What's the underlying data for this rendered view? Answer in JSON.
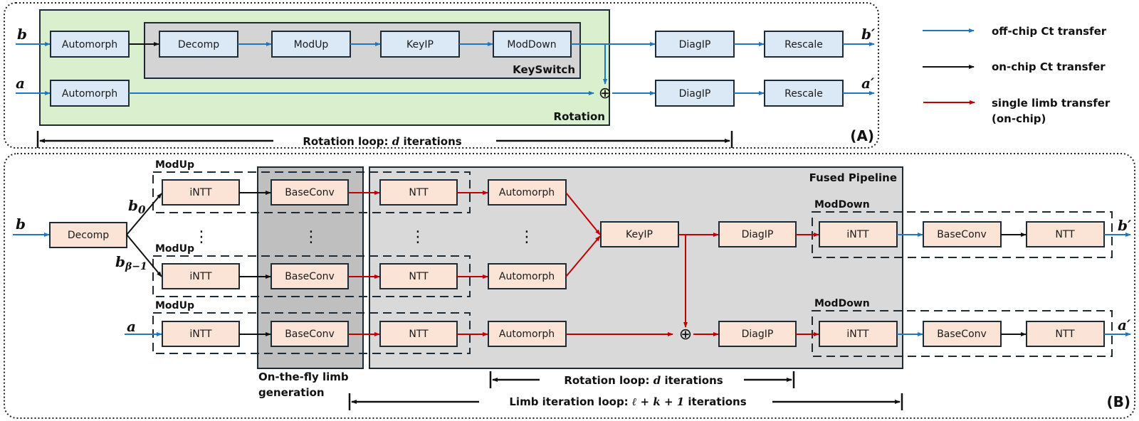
{
  "colors": {
    "off_chip": "#1f77c4",
    "on_chip": "#111111",
    "single_limb": "#c00000",
    "blue_box_fill": "#dbe8f6",
    "peach_box_fill": "#fbe3d6",
    "rotation_fill": "#d9efce",
    "keyswitch_fill": "#d4d4d4",
    "fused_fill": "#d9d9d9",
    "onthefly_fill": "#bfbfbf",
    "box_stroke": "#1c2b36"
  },
  "legend": {
    "items": [
      {
        "label": "off-chip Ct transfer",
        "type": "off_chip"
      },
      {
        "label": "on-chip Ct transfer",
        "type": "on_chip"
      },
      {
        "label": "single limb transfer",
        "label2": "(on-chip)",
        "type": "single_limb"
      }
    ]
  },
  "panelA": {
    "tag": "(A)",
    "input_b": "b",
    "input_a": "a",
    "output_b": "b′",
    "output_a": "a′",
    "rotation_label": "Rotation",
    "keyswitch_label": "KeySwitch",
    "loop_label_prefix": "Rotation loop: ",
    "loop_var": "d",
    "loop_label_suffix": " iterations",
    "boxes": {
      "automorph_b": "Automorph",
      "automorph_a": "Automorph",
      "decomp": "Decomp",
      "modup": "ModUp",
      "keyip": "KeyIP",
      "moddown": "ModDown",
      "diagip_b": "DiagIP",
      "diagip_a": "DiagIP",
      "rescale_b": "Rescale",
      "rescale_a": "Rescale"
    },
    "adder": "⊕"
  },
  "panelB": {
    "tag": "(B)",
    "input_b": "b",
    "input_a": "a",
    "output_b": "b′",
    "output_a": "a′",
    "branch_b0": "b",
    "branch_b0_sub": "0",
    "branch_bl": "b",
    "branch_bl_sub": "β−1",
    "fused_label": "Fused Pipeline",
    "onthefly_label_1": "On-the-fly limb",
    "onthefly_label_2": "generation",
    "modup_label": "ModUp",
    "moddown_label": "ModDown",
    "rotation_loop_prefix": "Rotation loop: ",
    "rotation_loop_var": "d",
    "rotation_loop_suffix": " iterations",
    "limb_loop_prefix": "Limb iteration loop: ",
    "limb_loop_expr": "ℓ + k + 1",
    "limb_loop_suffix": " iterations",
    "ellipsis": "⋮",
    "adder": "⊕",
    "boxes": {
      "decomp": "Decomp",
      "intt_0": "iNTT",
      "intt_1": "iNTT",
      "intt_a": "iNTT",
      "baseconv_0": "BaseConv",
      "baseconv_1": "BaseConv",
      "baseconv_a": "BaseConv",
      "ntt_0": "NTT",
      "ntt_1": "NTT",
      "ntt_a": "NTT",
      "automorph_0": "Automorph",
      "automorph_1": "Automorph",
      "automorph_a": "Automorph",
      "keyip": "KeyIP",
      "diagip_b": "DiagIP",
      "diagip_a": "DiagIP",
      "md_intt_b": "iNTT",
      "md_baseconv_b": "BaseConv",
      "md_ntt_b": "NTT",
      "md_intt_a": "iNTT",
      "md_baseconv_a": "BaseConv",
      "md_ntt_a": "NTT"
    }
  }
}
